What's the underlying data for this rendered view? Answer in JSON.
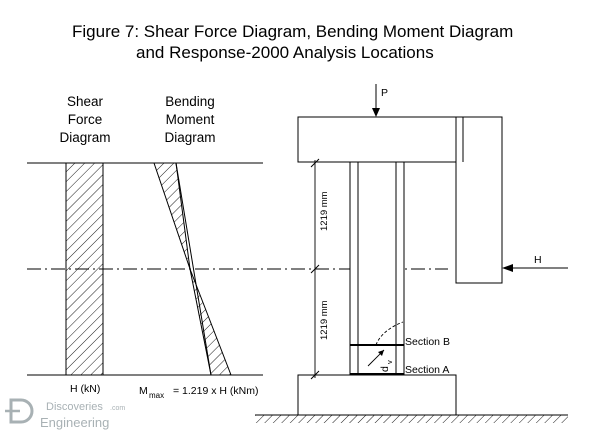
{
  "title": {
    "line1": "Figure 7: Shear Force Diagram, Bending Moment Diagram",
    "line2": "and Response-2000 Analysis Locations"
  },
  "labels": {
    "shear_heading": [
      "Shear",
      "Force",
      "Diagram"
    ],
    "moment_heading": [
      "Bending",
      "Moment",
      "Diagram"
    ],
    "shear_unit": "H (kN)",
    "mmax_symbol": "M",
    "mmax_subscript": "max",
    "mmax_expression": "= 1.219 x H (kNm)",
    "load_p": "P",
    "load_h": "H",
    "dim_upper": "1219 mm",
    "dim_lower": "1219 mm",
    "section_b": "Section B",
    "section_a": "Section A",
    "dv_symbol": "d",
    "dv_subscript": "v"
  },
  "watermark": {
    "line1": "Discoveries",
    "line1_suffix": ".com",
    "line2": "Engineering"
  },
  "colors": {
    "ink": "#000000",
    "watermark": "#9aa4a8"
  }
}
